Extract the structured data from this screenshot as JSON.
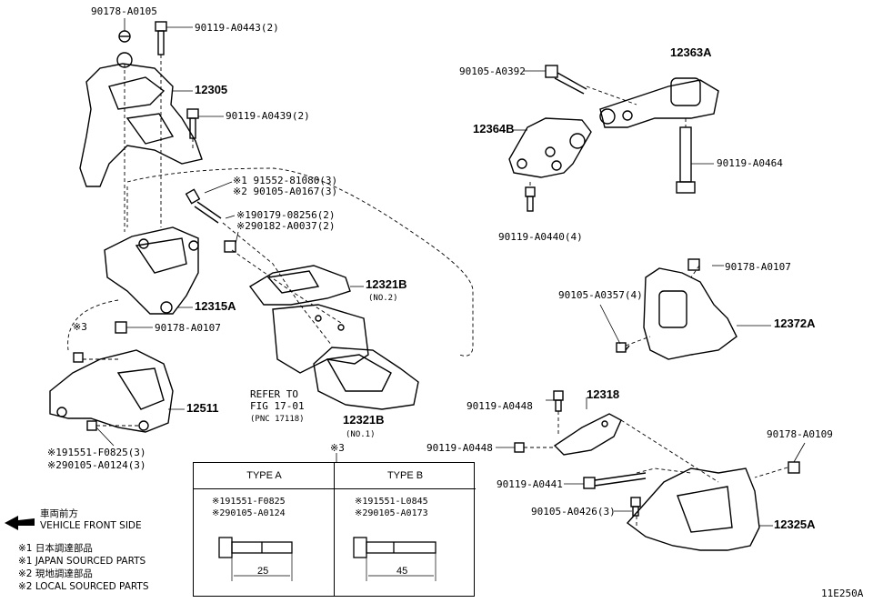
{
  "labels": {
    "p90178_a0105": "90178-A0105",
    "p90119_a0443": "90119-A0443(2)",
    "p12305": "12305",
    "p90119_a0439": "90119-A0439(2)",
    "p91552_81080": "※1 91552-81080(3)",
    "p90105_a0167": "※2 90105-A0167(3)",
    "p90179_08256": "※190179-08256(2)",
    "p90182_a0037": "※290182-A0037(2)",
    "p12321b_no2": "12321B",
    "no2": "(NO.2)",
    "p12315a": "12315A",
    "p90178_a0107_left": "90178-A0107",
    "note3_left": "※3",
    "refer": "REFER TO",
    "fig": "FIG 17-01",
    "pnc": "(PNC 17118)",
    "p12321b_no1": "12321B",
    "no1": "(NO.1)",
    "p12511": "12511",
    "p91551_f0825_left": "※191551-F0825(3)",
    "p90105_a0124_left": "※290105-A0124(3)",
    "note3_table": "※3",
    "p90105_a0392": "90105-A0392",
    "p12363a": "12363A",
    "p12364b": "12364B",
    "p90119_a0464": "90119-A0464",
    "p90119_a0440": "90119-A0440(4)",
    "p90178_a0107_right": "90178-A0107",
    "p90105_a0357": "90105-A0357(4)",
    "p12372a": "12372A",
    "p90119_a0448_top": "90119-A0448",
    "p12318": "12318",
    "p90119_a0448_mid": "90119-A0448",
    "p90178_a0109": "90178-A0109",
    "p90119_a0441": "90119-A0441",
    "p90105_a0426": "90105-A0426(3)",
    "p12325a": "12325A",
    "code": "11E250A"
  },
  "legend": {
    "front_jp": "車両前方",
    "front_en": "VEHICLE FRONT SIDE",
    "l1_jp": "※1 日本調達部品",
    "l1_en": "※1 JAPAN SOURCED PARTS",
    "l2_jp": "※2 現地調達部品",
    "l2_en": "※2 LOCAL SOURCED PARTS"
  },
  "table": {
    "type_a": "TYPE A",
    "type_b": "TYPE B",
    "a_line1": "※191551-F0825",
    "a_line2": "※290105-A0124",
    "b_line1": "※191551-L0845",
    "b_line2": "※290105-A0173",
    "a_dim": "25",
    "b_dim": "45"
  }
}
